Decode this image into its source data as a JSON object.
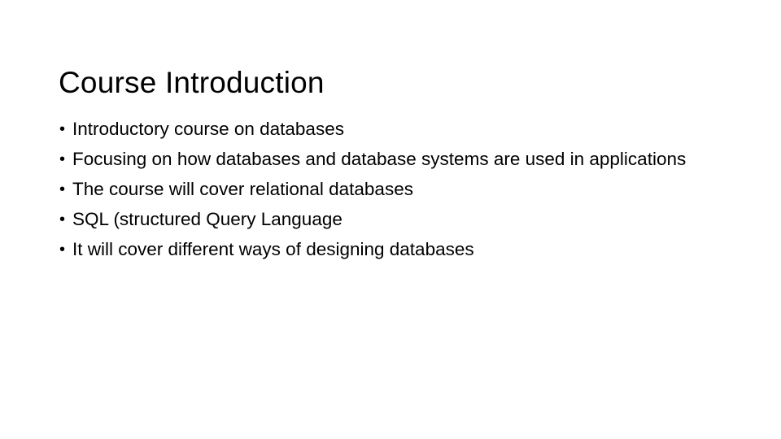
{
  "slide": {
    "title": "Course Introduction",
    "bullet_glyph": "•",
    "text_color": "#000000",
    "background_color": "#FFFFFF",
    "bullets": [
      {
        "text": "Introductory course on databases"
      },
      {
        "text": "Focusing on how databases and database systems are used in applications"
      },
      {
        "text": "The course will cover relational databases"
      },
      {
        "text": "SQL (structured Query Language"
      },
      {
        "text": "It will cover different ways of designing databases"
      }
    ]
  }
}
